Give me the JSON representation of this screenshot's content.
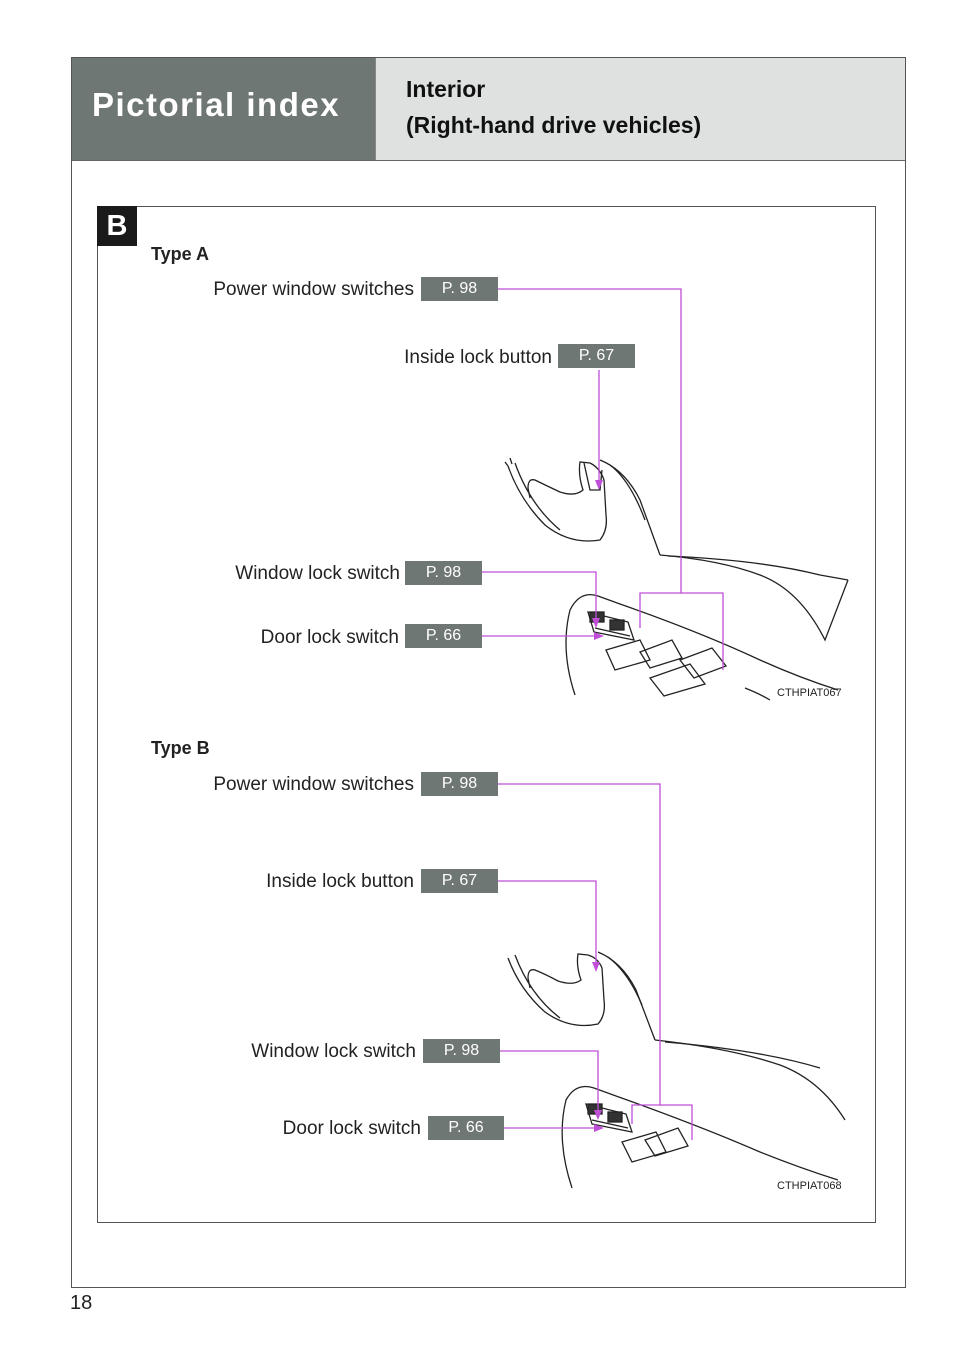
{
  "header": {
    "section_title": "Pictorial index",
    "subtitle_line1": "Interior",
    "subtitle_line2": "(Right-hand drive vehicles)"
  },
  "panel_badge": "B",
  "type_a": {
    "title": "Type A",
    "power_window": {
      "label": "Power window switches",
      "page": "P. 98"
    },
    "inside_lock": {
      "label": "Inside lock button",
      "page": "P. 67"
    },
    "window_lock": {
      "label": "Window lock switch",
      "page": "P. 98"
    },
    "door_lock": {
      "label": "Door lock switch",
      "page": "P. 66"
    },
    "image_code": "CTHPIAT067"
  },
  "type_b": {
    "title": "Type B",
    "power_window": {
      "label": "Power window switches",
      "page": "P. 98"
    },
    "inside_lock": {
      "label": "Inside lock button",
      "page": "P. 67"
    },
    "window_lock": {
      "label": "Window lock switch",
      "page": "P. 98"
    },
    "door_lock": {
      "label": "Door lock switch",
      "page": "P. 66"
    },
    "image_code": "CTHPIAT068"
  },
  "page_number": "18",
  "colors": {
    "leader_line": "#c04fd8",
    "header_dark": "#6f7775",
    "header_light": "#dfe1e1"
  }
}
